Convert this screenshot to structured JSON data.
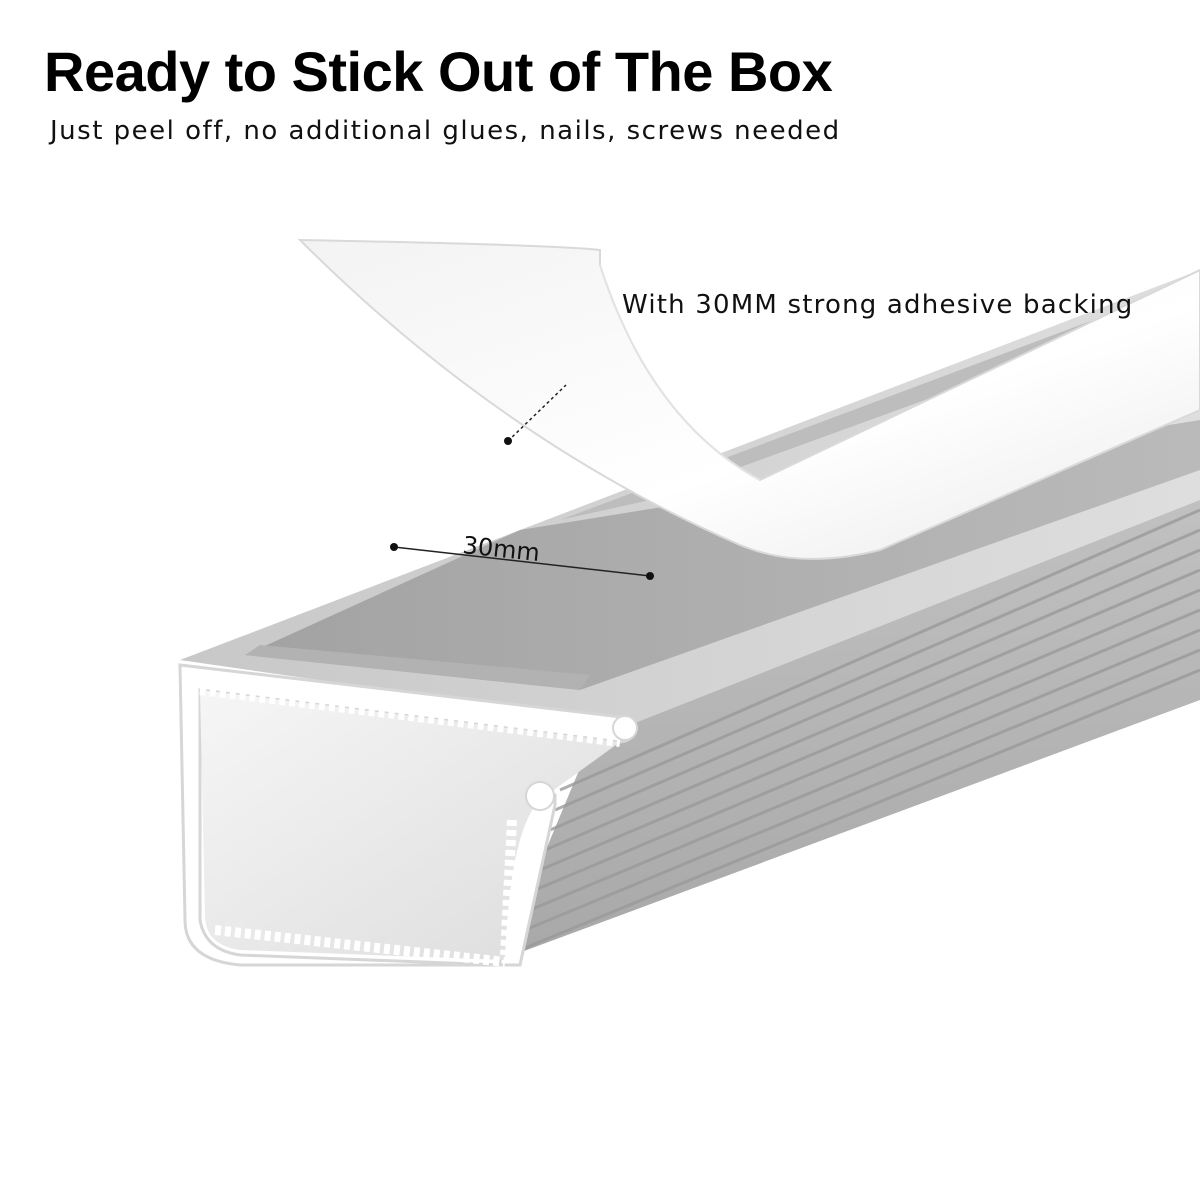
{
  "header": {
    "title": "Ready to Stick Out of The Box",
    "subtitle": "Just peel off, no additional glues, nails, screws needed"
  },
  "annotations": {
    "adhesive_callout": "With 30MM strong adhesive backing",
    "width_label": "30mm"
  },
  "colors": {
    "background": "#ffffff",
    "text": "#000000",
    "profile_light": "#e6e6e6",
    "profile_mid": "#c9c9c9",
    "profile_dark": "#a9a9a9",
    "backing_paper": "#f7f7f7"
  }
}
